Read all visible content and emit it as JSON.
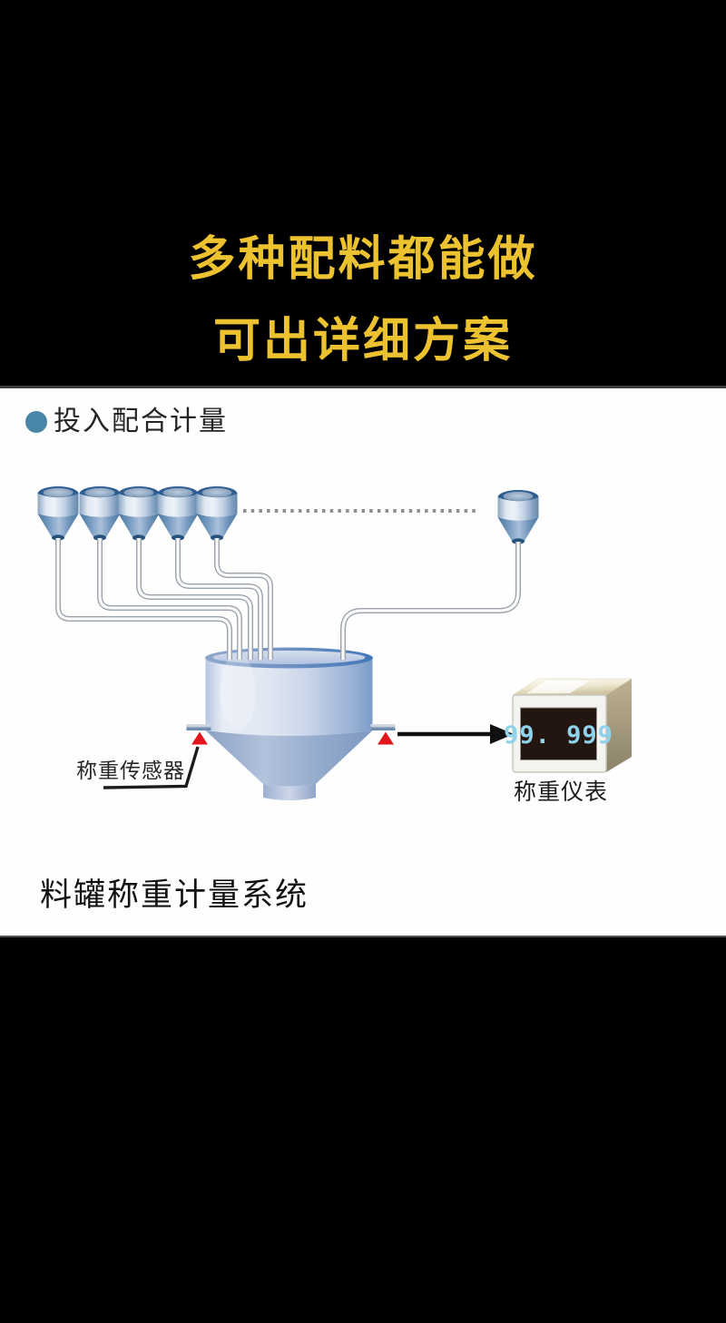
{
  "banner": {
    "line1": "多种配料都能做",
    "line2": "可出详细方案",
    "text_color": "#edc230",
    "background": "#000000"
  },
  "panel": {
    "background": "#fefefe",
    "header": {
      "bullet_color": "#4a86a8",
      "title": "投入配合计量"
    },
    "diagram": {
      "left_hopper_count": 5,
      "right_hopper_count": 1,
      "sensor_label": "称重传感器",
      "instrument_label": "称重仪表",
      "display_value": "99. 999",
      "display_color": "#8ed2ec",
      "display_background": "#231510",
      "load_cell_color": "#e1161c",
      "hopper_color": "#4c799f",
      "tank_color": "#9fb5d8",
      "instrument_body_color": "#f3f3ef"
    },
    "caption": "料罐称重计量系统"
  }
}
